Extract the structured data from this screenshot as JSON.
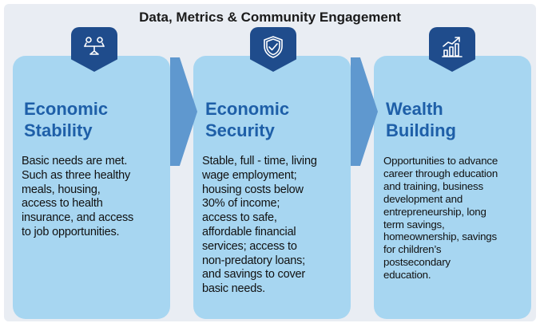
{
  "header": {
    "title": "Data, Metrics & Community Engagement"
  },
  "cards": [
    {
      "icon": "balance-scale-icon",
      "title_lines": [
        "Economic",
        "Stability"
      ],
      "body_lines": [
        "Basic needs are met.",
        "Such as three healthy",
        "meals, housing,",
        "access to health",
        "insurance, and access",
        "to job opportunities."
      ]
    },
    {
      "icon": "shield-check-icon",
      "title_lines": [
        "Economic",
        "Security"
      ],
      "body_lines": [
        "Stable, full - time, living",
        "wage employment;",
        "housing costs below",
        "30% of income;",
        "access to safe,",
        "affordable financial",
        "services; access to",
        "non-predatory loans;",
        "and savings to cover",
        "basic needs."
      ]
    },
    {
      "icon": "growth-chart-icon",
      "title_lines": [
        "Wealth",
        "Building"
      ],
      "body_lines": [
        "Opportunities to advance",
        "career through education",
        "and training, business",
        "development and",
        "entrepreneurship, long",
        "term savings,",
        "homeownership, savings",
        "for children’s",
        "postsecondary",
        "education."
      ]
    }
  ],
  "colors": {
    "background_panel": "#e9edf3",
    "card": "#a7d6f1",
    "arrow": "#5f98cf",
    "badge": "#1f4c8c",
    "title": "#1e5fa8"
  }
}
